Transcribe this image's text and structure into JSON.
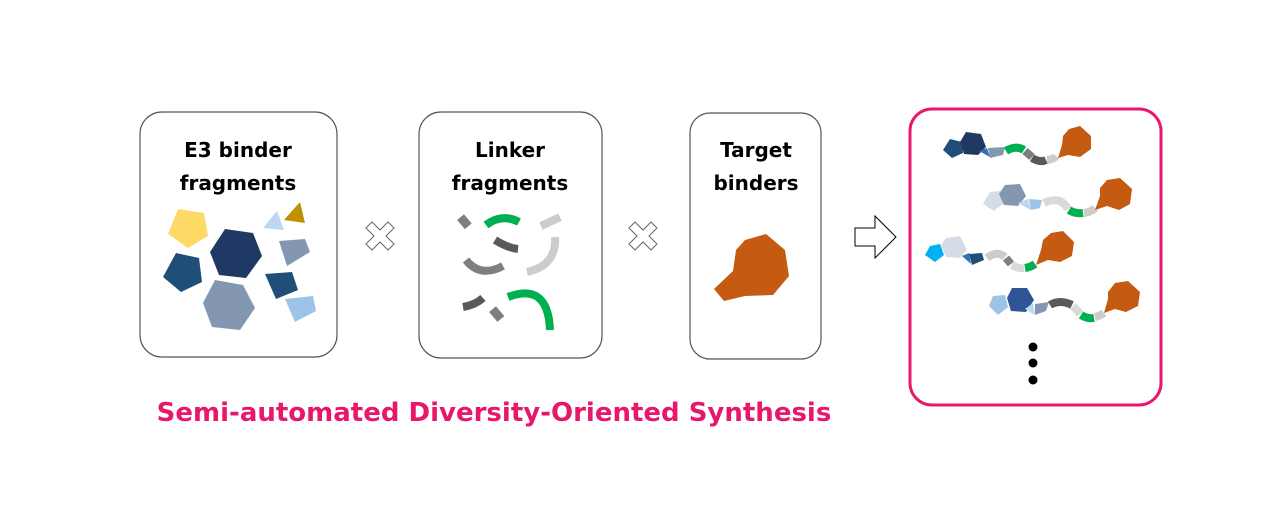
{
  "panels": {
    "e3": {
      "line1": "E3 binder",
      "line2": "fragments"
    },
    "linker": {
      "line1": "Linker",
      "line2": "fragments"
    },
    "target": {
      "line1": "Target",
      "line2": "binders"
    }
  },
  "caption": "Semi-automated Diversity-Oriented Synthesis",
  "colors": {
    "accent": "#E8176B",
    "target": "#C55A11",
    "linker_green": "#00B050",
    "navy": "#203864"
  }
}
